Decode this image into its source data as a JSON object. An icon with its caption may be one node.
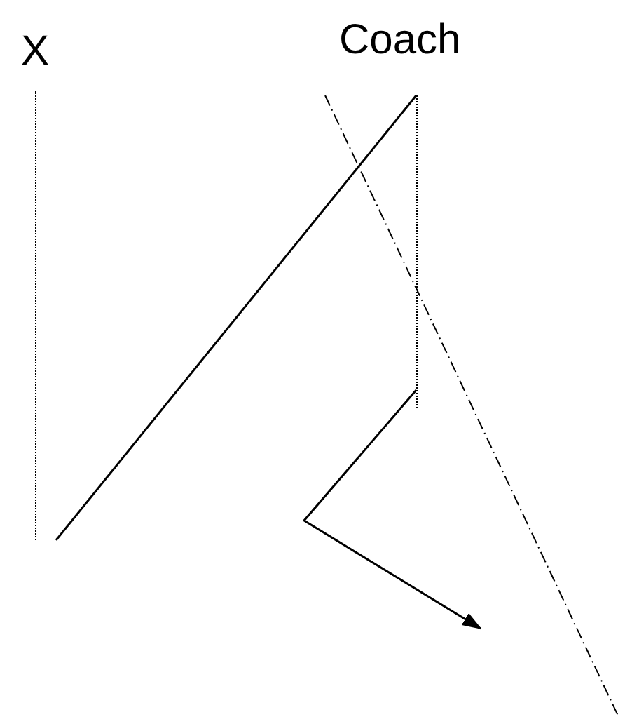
{
  "diagram": {
    "nodes": [
      {
        "text": [
          "X"
        ]
      },
      {
        "text": [
          "Coach"
        ]
      }
    ],
    "edges": [
      {
        "from": 0,
        "to": 1,
        "arrow": "none"
      },
      {
        "from": 1,
        "to": null,
        "arrow": "to"
      }
    ]
  }
}
